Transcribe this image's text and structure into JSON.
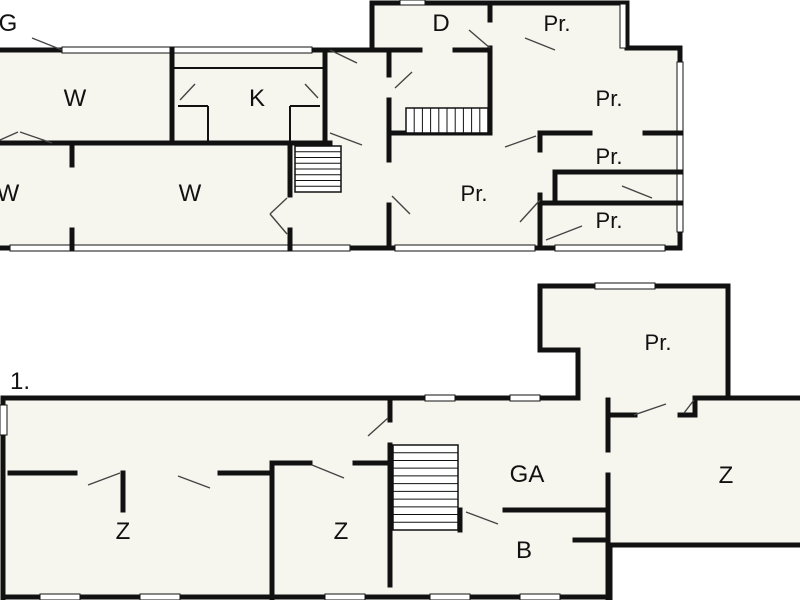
{
  "upper_floor": {
    "labels": {
      "g": "G",
      "w1": "W",
      "k": "K",
      "w2": "W",
      "w3": "W",
      "d": "D",
      "pr1": "Pr.",
      "pr2": "Pr.",
      "pr3": "Pr.",
      "pr4": "Pr.",
      "pr5": "Pr."
    }
  },
  "lower_floor": {
    "number": "1.",
    "labels": {
      "pr": "Pr.",
      "ga": "GA",
      "z1": "Z",
      "z2": "Z",
      "z3": "Z",
      "b": "B"
    }
  }
}
